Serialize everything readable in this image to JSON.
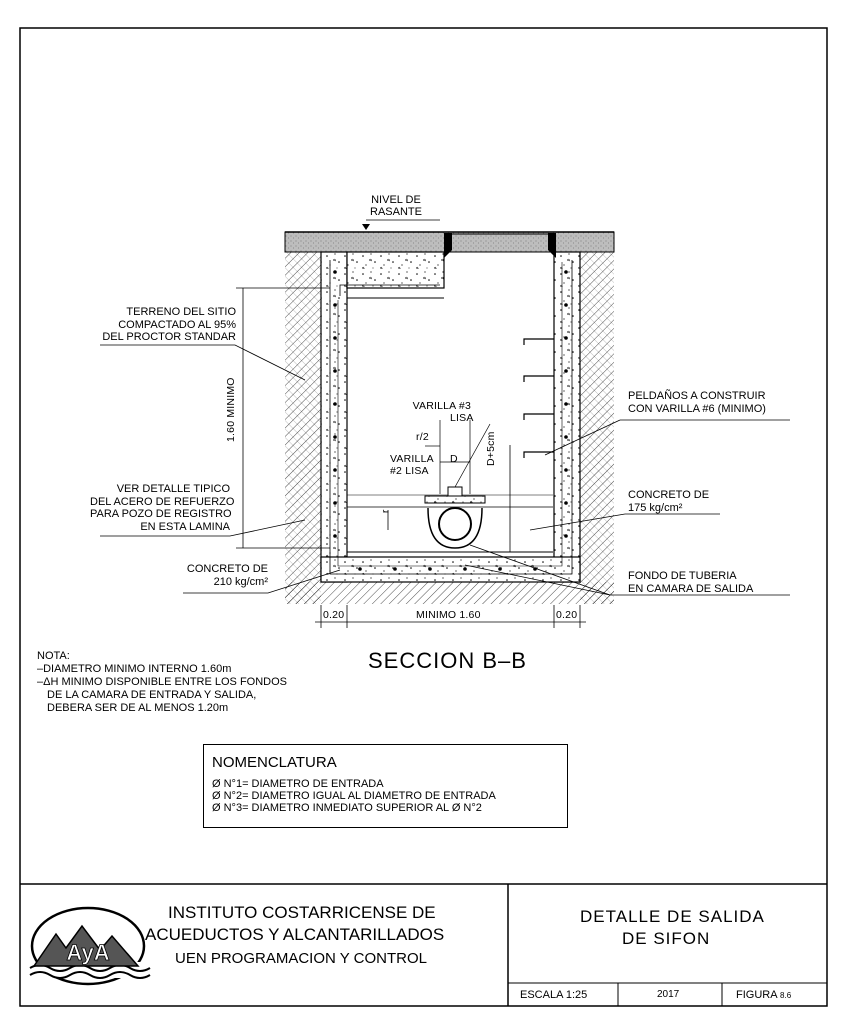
{
  "labels": {
    "nivel_rasante": [
      "NIVEL DE",
      "RASANTE"
    ],
    "terreno": [
      "TERRENO DEL SITIO",
      "COMPACTADO AL 95%",
      "DEL PROCTOR STANDAR"
    ],
    "ver_detalle": [
      "VER DETALLE TIPICO",
      "DEL ACERO DE REFUERZO",
      "PARA POZO DE REGISTRO",
      "EN ESTA LAMINA"
    ],
    "concreto_210": [
      "CONCRETO DE",
      "210 kg/cm²"
    ],
    "peldanos": [
      "PELDAÑOS A CONSTRUIR",
      "CON VARILLA #6 (MINIMO)"
    ],
    "concreto_175": [
      "CONCRETO DE",
      "175 kg/cm²"
    ],
    "fondo": [
      "FONDO DE TUBERIA",
      "EN CAMARA DE SALIDA"
    ],
    "varilla3": [
      "VARILLA #3",
      "LISA"
    ],
    "varilla2": [
      "VARILLA",
      "#2 LISA"
    ],
    "r_half": "r/2",
    "d": "D",
    "r": "r",
    "d_plus_5": "D+5cm",
    "alto_minimo": "1.60 MINIMO",
    "wall_left": "0.20",
    "minimo_ancho": "MINIMO 1.60",
    "wall_right": "0.20"
  },
  "section_title": "SECCION B–B",
  "notes": [
    "NOTA:",
    "–DIAMETRO MINIMO INTERNO 1.60m",
    "–ΔH MINIMO DISPONIBLE ENTRE LOS FONDOS",
    "DE LA CAMARA DE ENTRADA Y SALIDA,",
    "DEBERA SER DE AL MENOS 1.20m"
  ],
  "nomenclatura": {
    "title": "NOMENCLATURA",
    "rows": [
      "Ø N°1= DIAMETRO DE ENTRADA",
      "Ø N°2= DIAMETRO IGUAL AL DIAMETRO DE ENTRADA",
      "Ø N°3= DIAMETRO INMEDIATO SUPERIOR AL Ø N°2"
    ]
  },
  "title_block": {
    "logo_text": "AyA",
    "institute_line1": "INSTITUTO COSTARRICENSE DE",
    "institute_line2": "ACUEDUCTOS Y ALCANTARILLADOS",
    "unit": "UEN PROGRAMACION Y CONTROL",
    "drawing_title_line1": "DETALLE DE SALIDA",
    "drawing_title_line2": "DE SIFON",
    "escala": "ESCALA 1:25",
    "year": "2017",
    "figura_label": "FIGURA",
    "figura_num": "8.6"
  }
}
